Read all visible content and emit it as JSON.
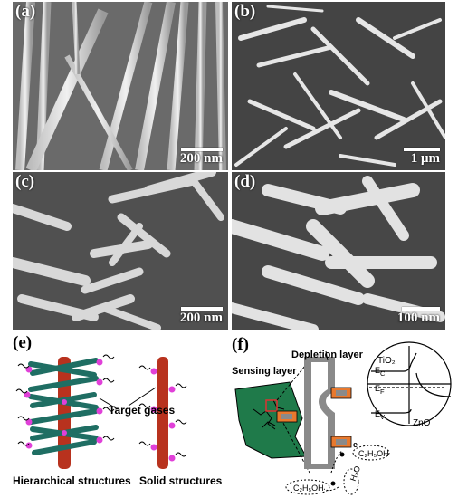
{
  "panels": {
    "a": {
      "label": "(a)",
      "scale": "200 nm"
    },
    "b": {
      "label": "(b)",
      "scale": "1 μm"
    },
    "c": {
      "label": "(c)",
      "scale": "200 nm"
    },
    "d": {
      "label": "(d)",
      "scale": "100 nm"
    }
  },
  "schematic_e": {
    "label": "(e)",
    "target_gases": "Target gases",
    "hierarchical": "Hierarchical structures",
    "solid": "Solid structures"
  },
  "schematic_f": {
    "label": "(f)",
    "sensing_layer": "Sensing layer",
    "depletion_layer": "Depletion layer",
    "tio2": "TiO₂",
    "zno": "ZnO",
    "ec": "E",
    "ec_sub": "C",
    "ef": "E",
    "ef_sub": "F",
    "ev": "E",
    "ev_sub": "V",
    "ethanol": "C₂H₅OH",
    "electron": "e",
    "water": "H₂O"
  },
  "colors": {
    "rod": "#b8321e",
    "branch": "#1f6e63",
    "dot": "#e040d8",
    "sensor": "#1f7a4a",
    "depletion": "#8a8a8a",
    "pad": "#e8792e"
  }
}
